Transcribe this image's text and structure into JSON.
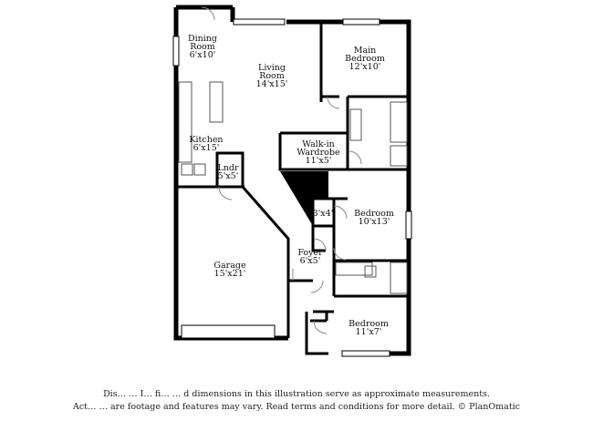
{
  "rooms": [
    {
      "id": "dining",
      "name": "Dining",
      "name2": "Room",
      "size": "6'x10'"
    },
    {
      "id": "living",
      "name": "Living",
      "name2": "Room",
      "size": "14'x15'"
    },
    {
      "id": "main-bed",
      "name": "Main",
      "name2": "Bedroom",
      "size": "12'x10'"
    },
    {
      "id": "kitchen",
      "name": "Kitchen",
      "name2": "",
      "size": "6'x15'"
    },
    {
      "id": "walkin",
      "name": "Walk-in",
      "name2": "Wardrobe",
      "size": "11'x5'"
    },
    {
      "id": "laundry",
      "name": "Lndr",
      "name2": "",
      "size": "5'x5'"
    },
    {
      "id": "closet",
      "name": "",
      "name2": "",
      "size": "3'x4'"
    },
    {
      "id": "bed2",
      "name": "Bedroom",
      "name2": "",
      "size": "10'x13'"
    },
    {
      "id": "garage",
      "name": "Garage",
      "name2": "",
      "size": "15'x21'"
    },
    {
      "id": "foyer",
      "name": "Foyer",
      "name2": "",
      "size": "6'x5'"
    },
    {
      "id": "bed3",
      "name": "Bedroom",
      "name2": "",
      "size": "11'x7'"
    }
  ],
  "disclaimer": {
    "line1": "Dis… … I… fi… … d dimensions in this illustration serve as approximate measurements.",
    "line2": "Act… … are footage and features may vary. Read terms and conditions for more detail. © PlanOmatic"
  }
}
